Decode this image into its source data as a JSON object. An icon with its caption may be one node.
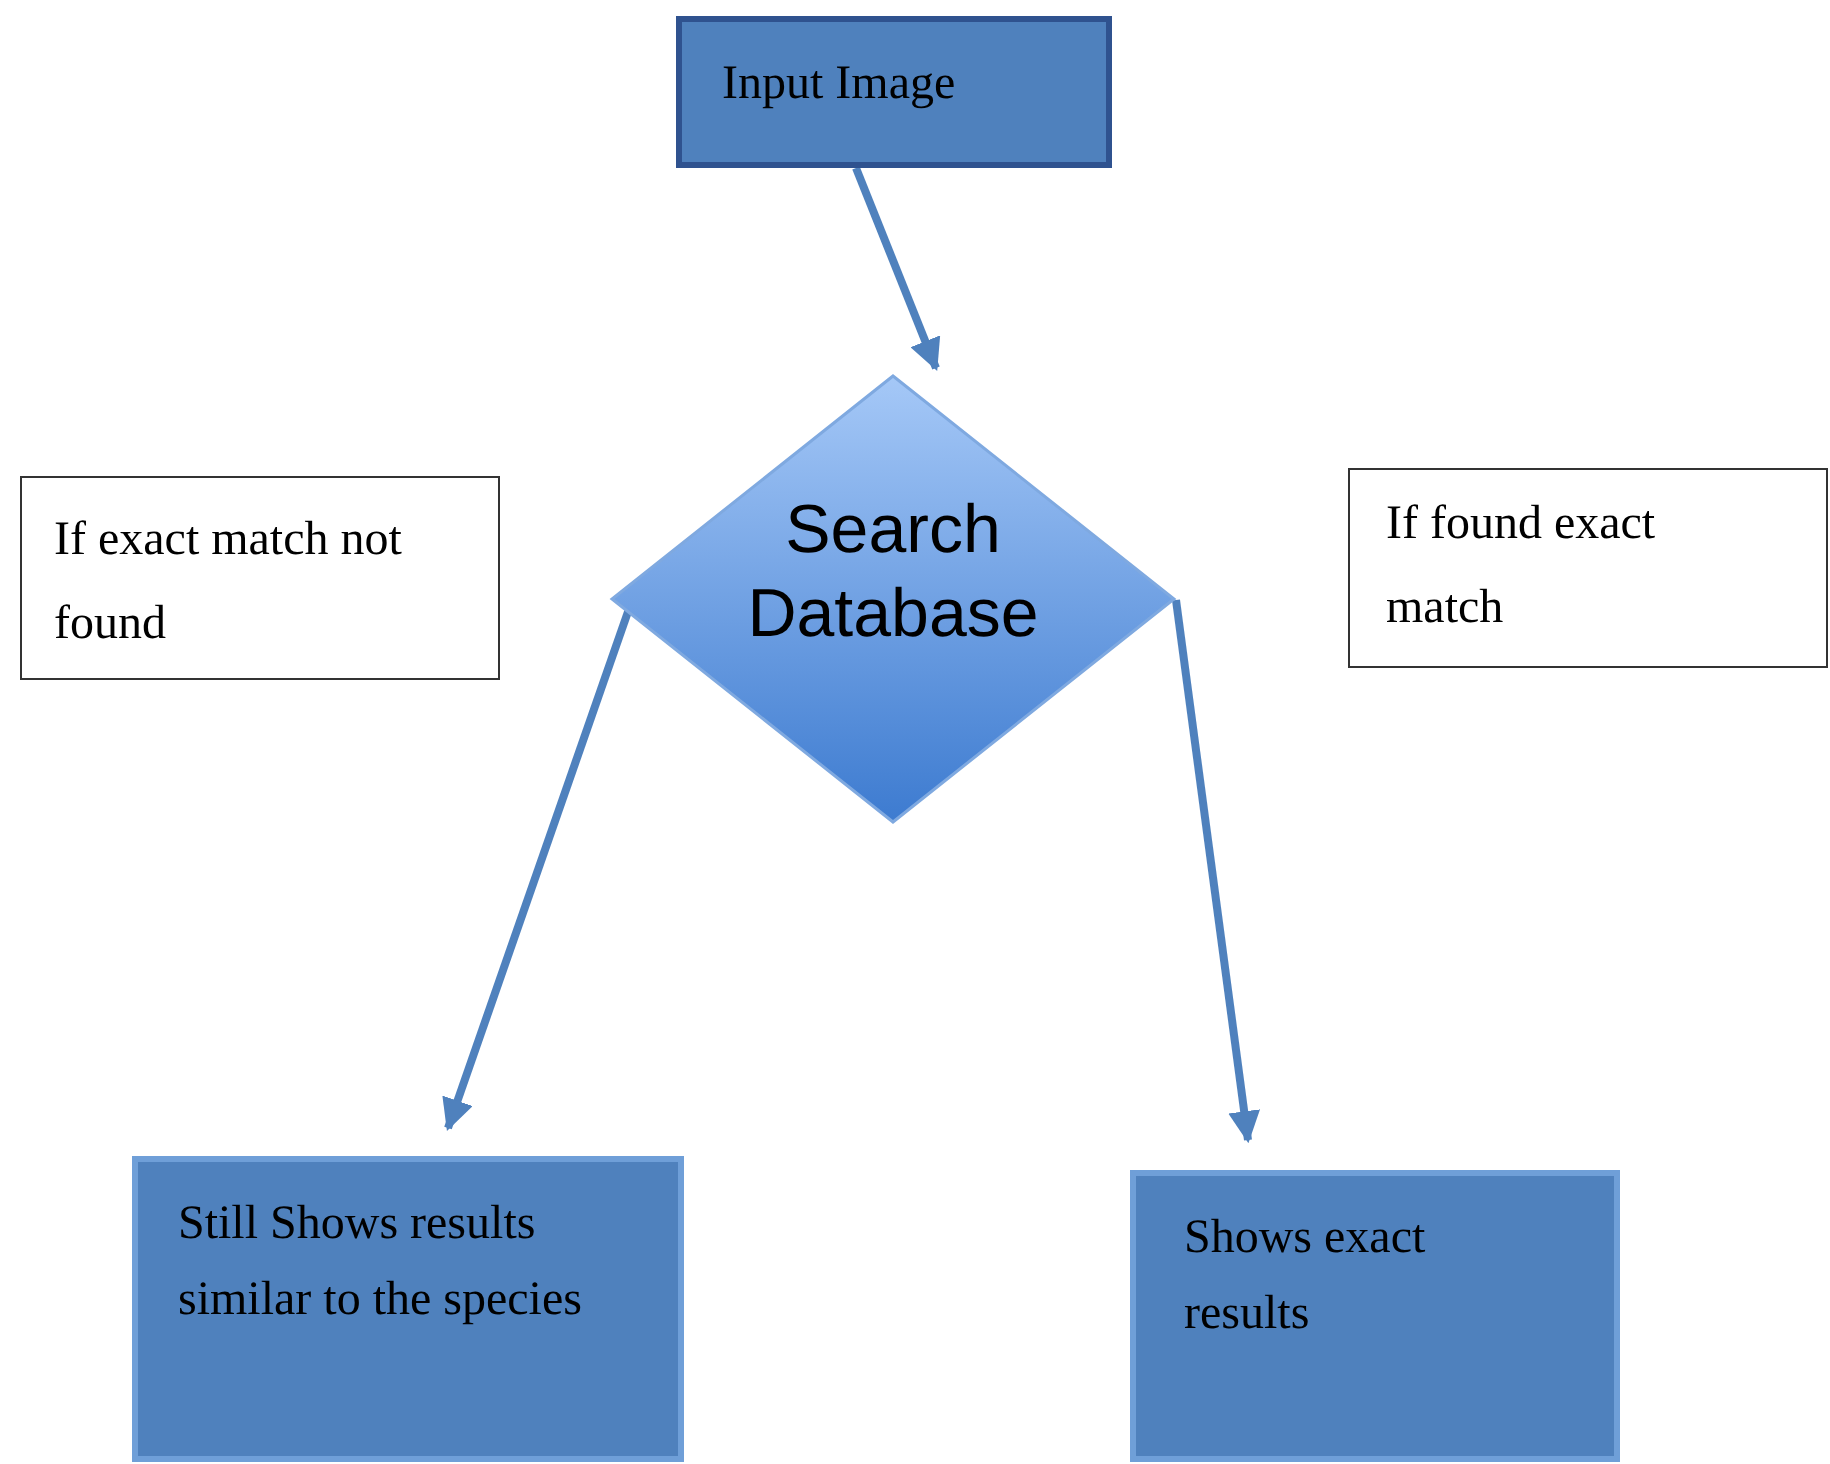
{
  "diagram": {
    "nodes": [
      {
        "text": [
          "Input Image"
        ]
      },
      {
        "text": [
          "Search Database"
        ]
      },
      {
        "text": [
          "If exact match not found"
        ]
      },
      {
        "text": [
          "If found exact match"
        ]
      },
      {
        "text": [
          "Still Shows results similar to the species"
        ]
      },
      {
        "text": [
          "Shows exact results"
        ]
      }
    ],
    "edges": [
      {
        "from": 0,
        "to": 1,
        "arrow": "to"
      },
      {
        "from": 1,
        "to": 4,
        "arrow": "to"
      },
      {
        "from": 1,
        "to": 5,
        "arrow": "to"
      }
    ]
  }
}
